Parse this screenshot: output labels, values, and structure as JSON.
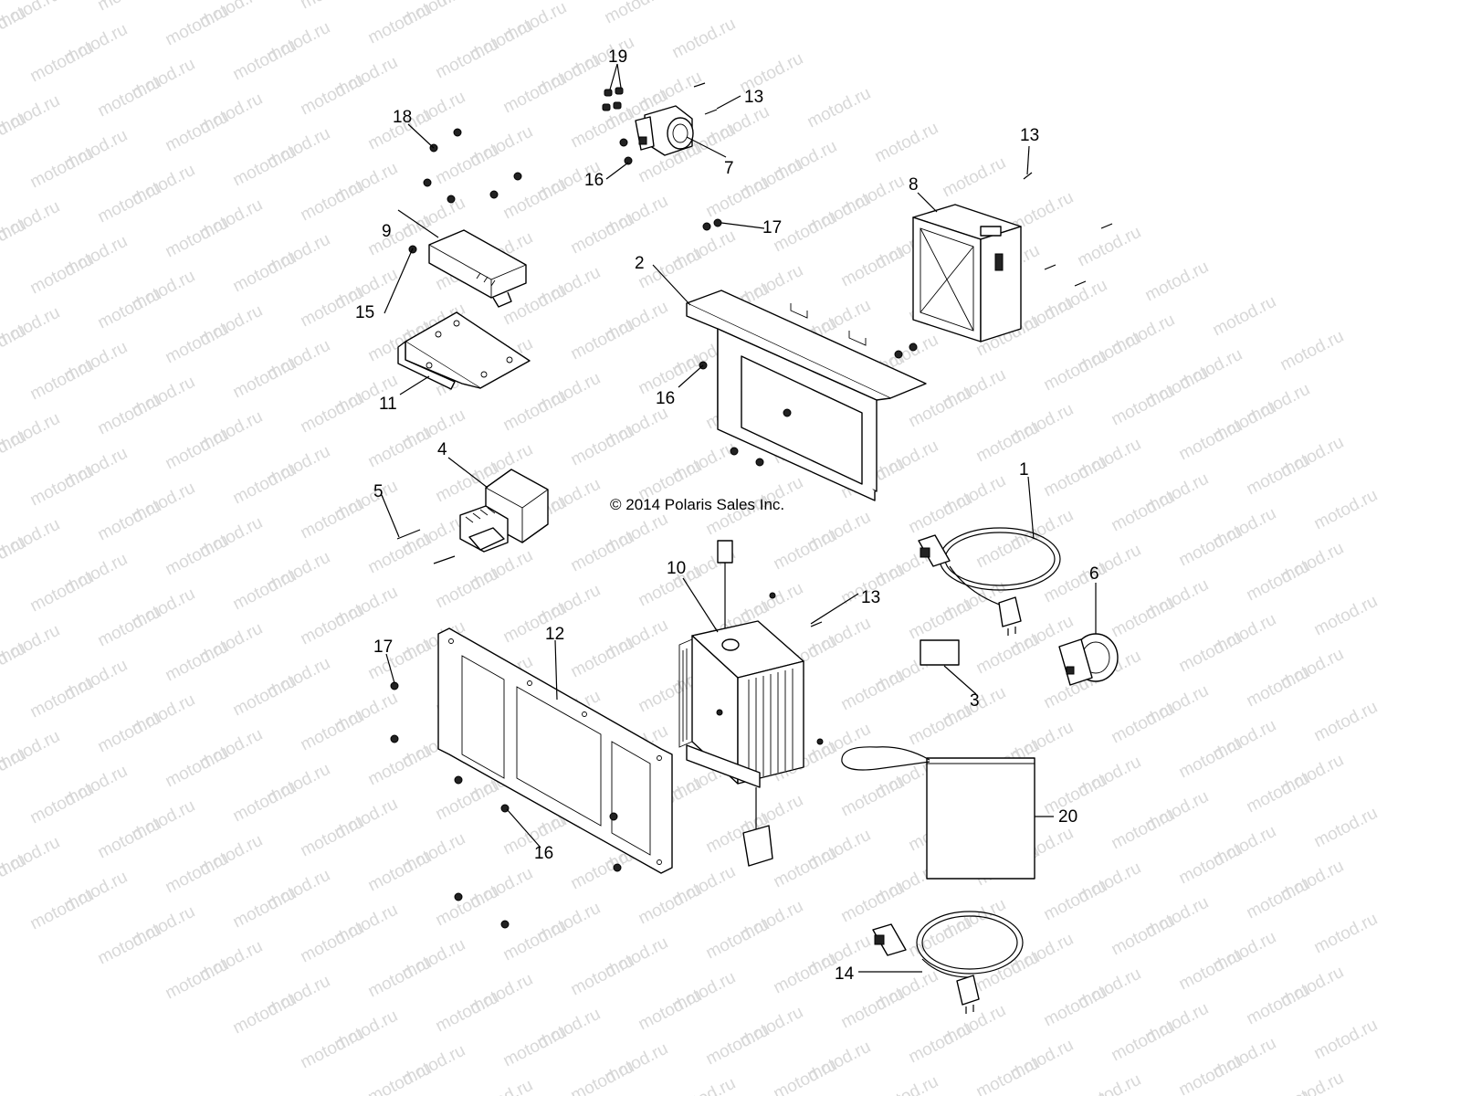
{
  "watermark": "motod.ru",
  "copyright": "© 2014 Polaris Sales Inc.",
  "callouts": {
    "c1": "1",
    "c2": "2",
    "c3": "3",
    "c4": "4",
    "c5": "5",
    "c6": "6",
    "c7": "7",
    "c8": "8",
    "c9": "9",
    "c10": "10",
    "c11": "11",
    "c12": "12",
    "c13a": "13",
    "c13b": "13",
    "c13c": "13",
    "c14": "14",
    "c15": "15",
    "c16a": "16",
    "c16b": "16",
    "c16c": "16",
    "c17a": "17",
    "c17b": "17",
    "c18": "18",
    "c19": "19",
    "c20": "20"
  }
}
